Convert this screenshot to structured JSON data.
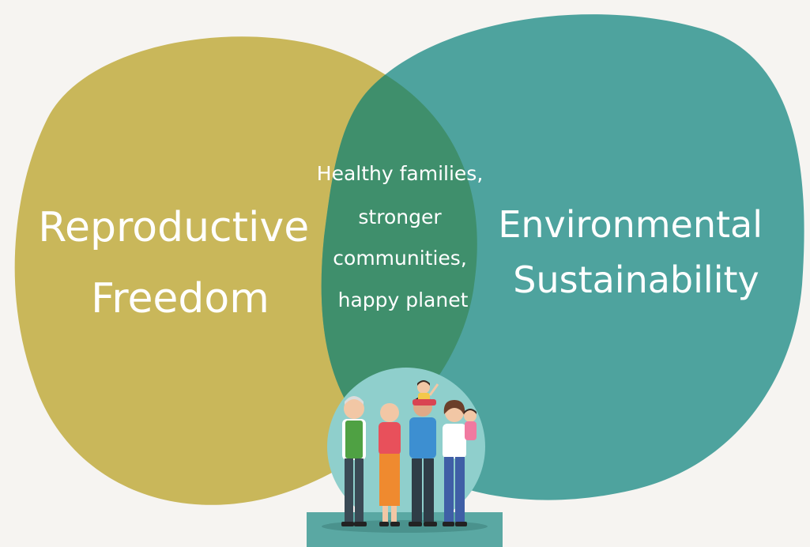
{
  "diagram": {
    "type": "venn",
    "sets": [
      {
        "id": "left",
        "label_lines": [
          "Reproductive",
          "Freedom"
        ],
        "color": "#c9b75a"
      },
      {
        "id": "right",
        "label_lines": [
          "Environmental",
          "Sustainability"
        ],
        "color": "#4ea39e"
      }
    ],
    "intersection": {
      "label_lines": [
        "Healthy families,",
        "stronger",
        "communities,",
        "happy planet"
      ],
      "color": "#3f8f6c"
    },
    "illustration": {
      "name": "family-group",
      "circle_color": "#8fcfcc",
      "base_color": "#5aa8a3"
    },
    "background": "#f6f4f1"
  }
}
